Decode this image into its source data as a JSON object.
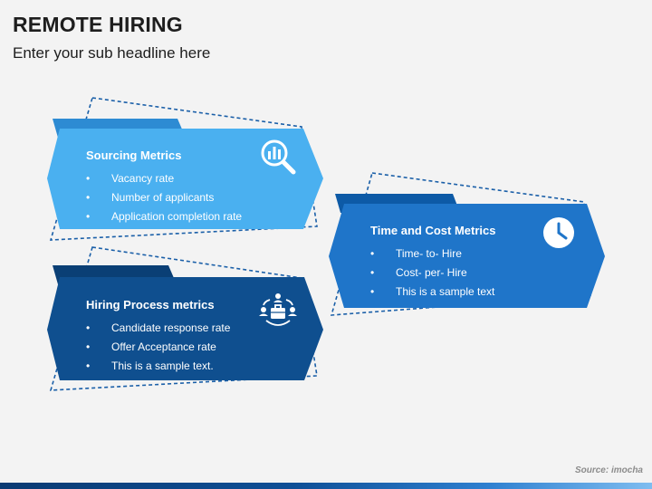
{
  "header": {
    "title": "REMOTE HIRING",
    "subtitle": "Enter your sub headline here"
  },
  "cards": [
    {
      "heading": "Sourcing Metrics",
      "icon": "analytics-search-icon",
      "color": "#4ab0f0",
      "items": [
        "Vacancy rate",
        "Number of applicants",
        "Application completion rate"
      ]
    },
    {
      "heading": "Time and Cost Metrics",
      "icon": "clock-icon",
      "color": "#1f75c9",
      "items": [
        "Time- to- Hire",
        "Cost- per- Hire",
        "This is a sample text"
      ]
    },
    {
      "heading": "Hiring Process metrics",
      "icon": "team-briefcase-icon",
      "color": "#0f4f8f",
      "items": [
        "Candidate response rate",
        "Offer Acceptance rate",
        "This is a sample text."
      ]
    }
  ],
  "footer": {
    "source": "Source: imocha"
  },
  "colors": {
    "dashed_outline": "#1a5fa8",
    "tab_light": "#2d8bd3",
    "tab_mid": "#0d5aa6",
    "tab_dark": "#0a3f75",
    "footer_gradient_start": "#0a3a72",
    "footer_gradient_end": "#7fbdf0"
  }
}
